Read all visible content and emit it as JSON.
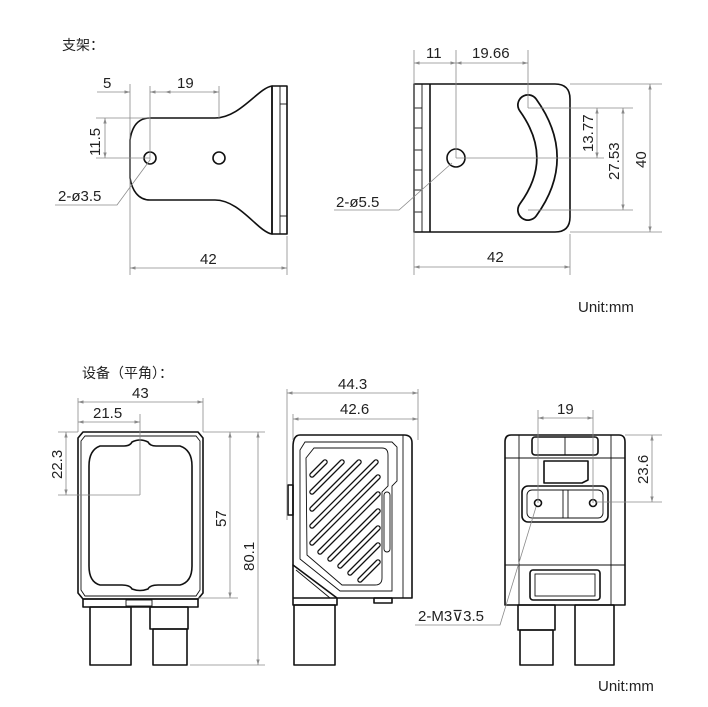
{
  "bracket": {
    "title": "支架：",
    "side_view": {
      "dim_edge": "5",
      "dim_holes": "19",
      "dim_height": "11.5",
      "hole_note": "2-ø3.5",
      "dim_length": "42"
    },
    "front_view": {
      "dim_hole_offset": "11",
      "dim_slot_offset": "19.66",
      "dim_slot_half": "13.77",
      "dim_slot_span": "27.53",
      "dim_height": "40",
      "hole_note": "2-ø5.5",
      "dim_length": "42"
    },
    "unit": "Unit:mm"
  },
  "device": {
    "title": "设备（平角）：",
    "front_view": {
      "dim_width": "43",
      "dim_half_width": "21.5",
      "dim_center": "22.3",
      "dim_body": "57",
      "dim_total": "80.1"
    },
    "side_view": {
      "dim_depth_total": "44.3",
      "dim_depth_body": "42.6"
    },
    "rear_view": {
      "dim_holes": "19",
      "dim_hole_height": "23.6",
      "thread_note": "2-M3⊽3.5"
    },
    "unit": "Unit:mm"
  }
}
